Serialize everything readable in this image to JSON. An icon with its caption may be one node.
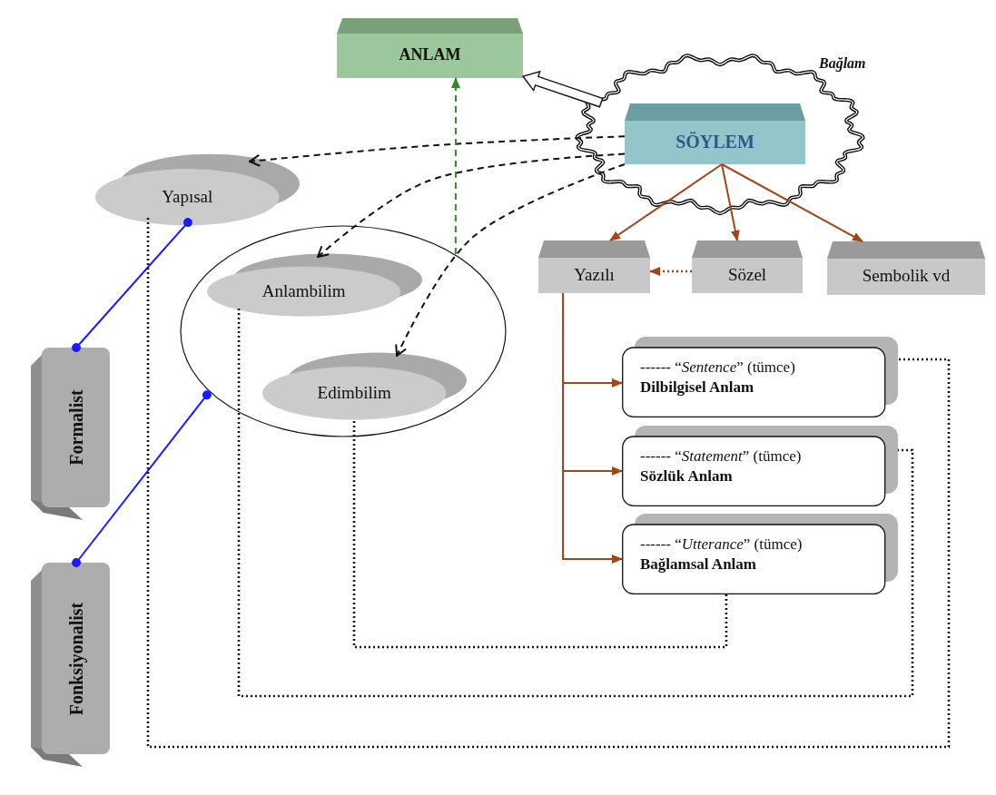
{
  "diagram": {
    "nodes": [
      {
        "text": [
          "ANLAM"
        ]
      },
      {
        "text": [
          "Bağlam"
        ]
      },
      {
        "text": [
          "SÖYLEM"
        ],
        "in": 1
      },
      {
        "text": [
          "Yapısal"
        ]
      },
      {
        "text": [],
        "shape": "ellipse"
      },
      {
        "text": [
          "Anlambilim"
        ],
        "in": 4
      },
      {
        "text": [
          "Edimbilim"
        ],
        "in": 4
      },
      {
        "text": [
          "Yazılı"
        ]
      },
      {
        "text": [
          "Sözel"
        ]
      },
      {
        "text": [
          "Sembolik vd"
        ]
      },
      {
        "text": [
          "Formalist"
        ]
      },
      {
        "text": [
          "Fonksiyonalist"
        ]
      },
      {
        "text": [
          "------ “*Sentence*” (tümce)",
          "Dilbilgisel Anlam"
        ]
      },
      {
        "text": [
          "------ “*Statement*” (tümce)",
          "Sözlük Anlam"
        ]
      },
      {
        "text": [
          "------ “*Utterance*” (tümce)",
          "Bağlamsal Anlam"
        ]
      }
    ],
    "edges": [
      {
        "from": 1,
        "to": 0,
        "arrow": "to",
        "style": "thick",
        "color": "#111111"
      },
      {
        "from": 2,
        "to": 3,
        "arrow": "to",
        "style": "dashed",
        "color": "#111111"
      },
      {
        "from": 2,
        "to": 5,
        "arrow": "to",
        "style": "dashed",
        "color": "#111111"
      },
      {
        "from": 2,
        "to": 6,
        "arrow": "to",
        "style": "dashed",
        "color": "#111111"
      },
      {
        "from": 4,
        "to": 0,
        "arrow": "to",
        "style": "dashed",
        "color": "#2e8b2e"
      },
      {
        "from": 2,
        "to": 7,
        "arrow": "to"
      },
      {
        "from": 2,
        "to": 8,
        "arrow": "to"
      },
      {
        "from": 2,
        "to": 9,
        "arrow": "to"
      },
      {
        "from": 8,
        "to": 7,
        "arrow": "to",
        "style": "dashed"
      },
      {
        "from": 7,
        "to": 12,
        "arrow": "to"
      },
      {
        "from": 7,
        "to": 13,
        "arrow": "to"
      },
      {
        "from": 7,
        "to": 14,
        "arrow": "to"
      },
      {
        "from": 3,
        "to": 10,
        "arrow": "other",
        "color": "#1a1aff"
      },
      {
        "from": 4,
        "to": 11,
        "arrow": "other",
        "color": "#1a1aff"
      },
      {
        "from": 3,
        "to": 12,
        "arrow": "none",
        "style": "dashed",
        "color": "#111111"
      },
      {
        "from": 5,
        "to": 13,
        "arrow": "none",
        "style": "dashed",
        "color": "#111111"
      },
      {
        "from": 6,
        "to": 14,
        "arrow": "none",
        "style": "dashed",
        "color": "#111111"
      }
    ]
  }
}
